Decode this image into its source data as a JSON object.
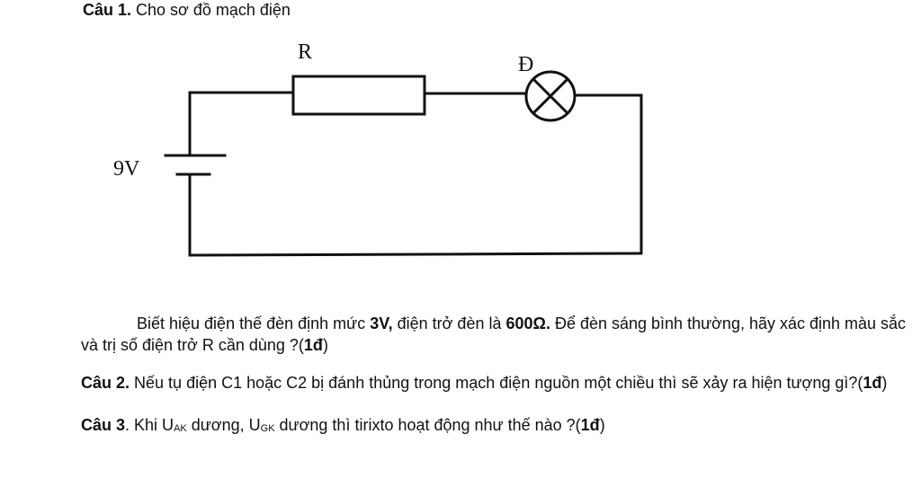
{
  "question1": {
    "label": "Câu 1.",
    "text": " Cho sơ đồ mạch điện"
  },
  "diagram": {
    "resistor_label": "R",
    "lamp_label": "Đ",
    "source_label": "9V"
  },
  "paragraph1": {
    "part1": "Biết hiệu điện thế đèn định mức ",
    "voltage": "3V,",
    "part2": " điện trở đèn là ",
    "resistance": "600Ω.",
    "part3": " Để đèn sáng bình thường, hãy xác định màu sắc và trị số điện trở R cần dùng ?(",
    "points": "1đ",
    "close": ")"
  },
  "question2": {
    "label": "Câu 2.",
    "text": " Nếu tụ điện C1 hoặc C2 bị đánh thủng trong mạch điện nguồn một chiều thì sẽ xảy ra hiện tượng gì?(",
    "points": "1đ",
    "close": ")"
  },
  "question3": {
    "label": "Câu 3",
    "text1": ". Khi U",
    "sub1": "AK",
    "text2": " dương, U",
    "sub2": "GK",
    "text3": " dương thì tirixto hoạt động như thế nào ?(",
    "points": "1đ",
    "close": ")"
  }
}
